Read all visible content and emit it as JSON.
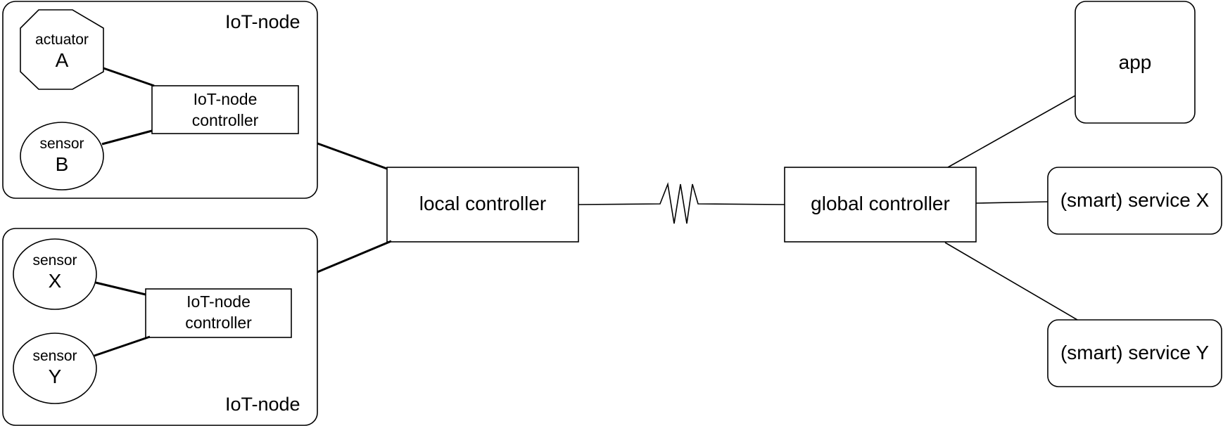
{
  "iot_node_top": {
    "title": "IoT-node",
    "actuator": {
      "kind": "actuator",
      "id": "A"
    },
    "sensor": {
      "kind": "sensor",
      "id": "B"
    },
    "controller": {
      "line1": "IoT-node",
      "line2": "controller"
    }
  },
  "iot_node_bottom": {
    "title": "IoT-node",
    "sensor_x": {
      "kind": "sensor",
      "id": "X"
    },
    "sensor_y": {
      "kind": "sensor",
      "id": "Y"
    },
    "controller": {
      "line1": "IoT-node",
      "line2": "controller"
    }
  },
  "local_controller": "local controller",
  "global_controller": "global controller",
  "app": "app",
  "service_x": "(smart) service X",
  "service_y": "(smart) service Y",
  "link_icon": "resistor-zigzag-icon"
}
